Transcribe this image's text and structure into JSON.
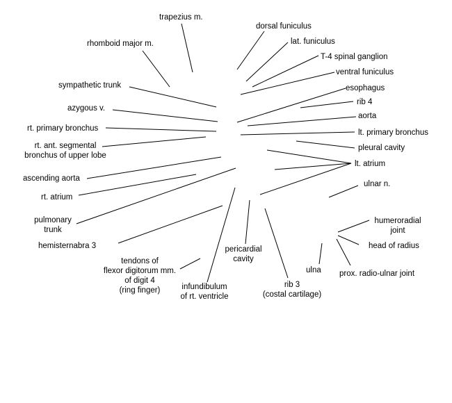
{
  "labels": {
    "trapezius": "trapezius m.",
    "rhomboid": "rhomboid major m.",
    "sympathetic": "sympathetic trunk",
    "azygous": "azygous v.",
    "rt_primary_bronchus": "rt. primary bronchus",
    "rt_ant_segmental_1": "rt. ant. segmental",
    "rt_ant_segmental_2": "bronchus of upper lobe",
    "ascending_aorta": "ascending aorta",
    "rt_atrium": "rt. atrium",
    "pulmonary_1": "pulmonary",
    "pulmonary_2": "trunk",
    "hemisternabra": "hemisternabra 3",
    "tendons_1": "tendons of",
    "tendons_2": "flexor digitorum mm.",
    "tendons_3": "of digit 4",
    "tendons_4": "(ring finger)",
    "infundibulum_1": "infundibulum",
    "infundibulum_2": "of rt. ventricle",
    "pericardial_1": "pericardial",
    "pericardial_2": "cavity",
    "rib3_1": "rib 3",
    "rib3_2": "(costal cartilage)",
    "ulna": "ulna",
    "prox_radio_ulnar": "prox. radio-ulnar joint",
    "head_of_radius": "head of radius",
    "humeroradial_1": "humeroradial",
    "humeroradial_2": "joint",
    "ulnar_n": "ulnar n.",
    "lt_atrium": "lt. atrium",
    "pleural_cavity": "pleural cavity",
    "lt_primary_bronchus": "lt. primary bronchus",
    "aorta": "aorta",
    "rib4": "rib 4",
    "esophagus": "esophagus",
    "ventral_funiculus": "ventral funiculus",
    "t4_spinal_ganglion": "T-4 spinal ganglion",
    "lat_funiculus": "lat. funiculus",
    "dorsal_funiculus": "dorsal funiculus"
  },
  "colors": {
    "line": "#000000",
    "text": "#000000"
  }
}
